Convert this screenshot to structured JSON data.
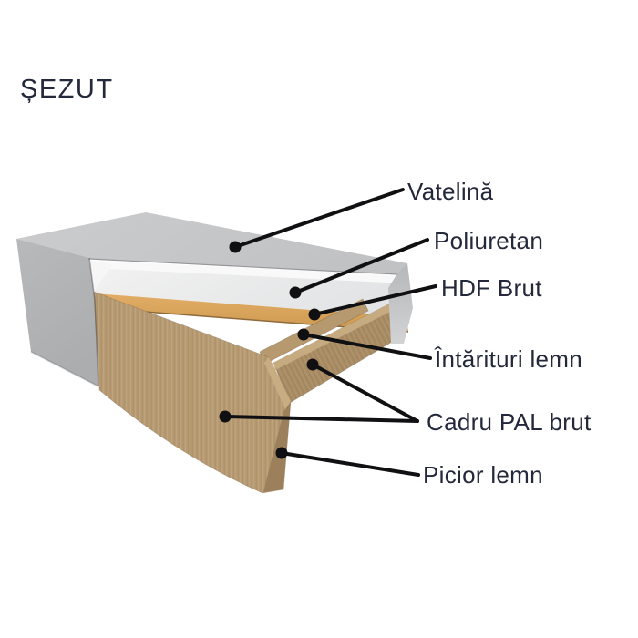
{
  "title": "ȘEZUT",
  "diagram": {
    "labels": [
      {
        "id": "vatelina",
        "text": "Vatelină"
      },
      {
        "id": "poliuretan",
        "text": "Poliuretan"
      },
      {
        "id": "hdf-brut",
        "text": "HDF Brut"
      },
      {
        "id": "intarituri-lemn",
        "text": "Întărituri lemn"
      },
      {
        "id": "cadru-pal-brut",
        "text": "Cadru PAL brut"
      },
      {
        "id": "picior-lemn",
        "text": "Picior lemn"
      }
    ]
  },
  "colors": {
    "text": "#23283a",
    "line": "#101012",
    "fabric_top": "#c7c8ca",
    "fabric_side": "#b3b4b6",
    "foam": "#ececec",
    "hdf": "#d8a45e",
    "wood_light": "#b79b73",
    "wood_dark": "#aa8d65",
    "bg": "#ffffff"
  }
}
